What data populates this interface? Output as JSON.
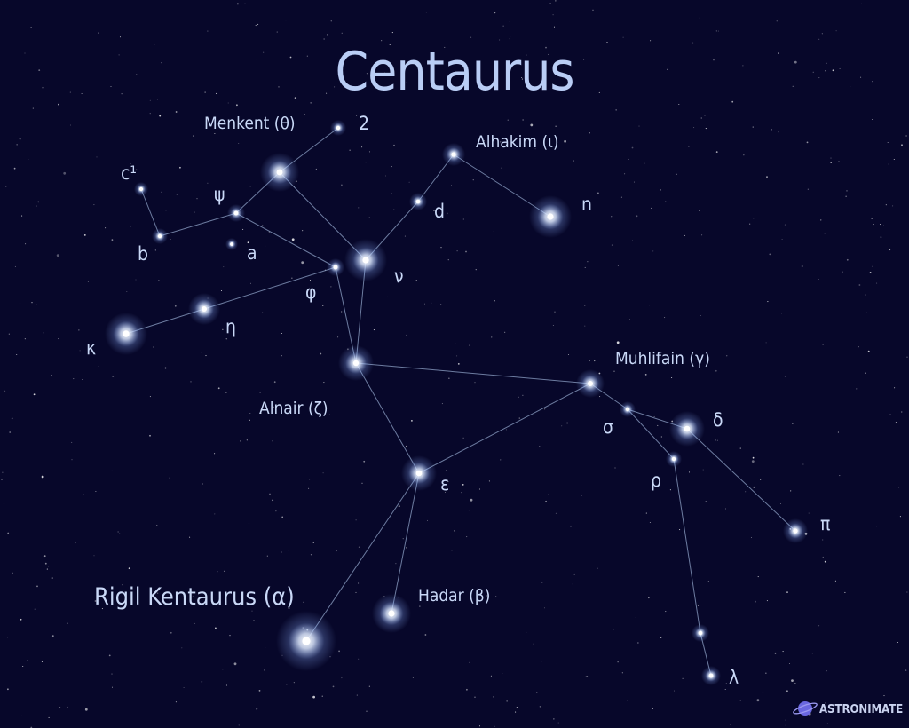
{
  "title": "Centaurus",
  "colors": {
    "background": "#07072a",
    "star": "#ffffff",
    "glow": "#8fb2ff",
    "line": "#8fa3c8",
    "label": "#c9d8f7",
    "brand_icon": "#6a67e0"
  },
  "stars": {
    "menkent": {
      "label": "Menkent (θ)"
    },
    "s2": {
      "label": "2"
    },
    "alhakim": {
      "label": "Alhakim (ι)"
    },
    "c1": {
      "label": "c¹"
    },
    "psi": {
      "label": "ψ"
    },
    "b": {
      "label": "b"
    },
    "a": {
      "label": "a"
    },
    "d": {
      "label": "d"
    },
    "n": {
      "label": "n"
    },
    "nu": {
      "label": "ν"
    },
    "phi": {
      "label": "φ"
    },
    "eta": {
      "label": "η"
    },
    "kappa": {
      "label": "κ"
    },
    "zeta": {
      "label": "Alnair (ζ)"
    },
    "gamma": {
      "label": "Muhlifain (γ)"
    },
    "sigma": {
      "label": "σ"
    },
    "delta": {
      "label": "δ"
    },
    "rho": {
      "label": "ρ"
    },
    "epsilon": {
      "label": "ε"
    },
    "pi": {
      "label": "π"
    },
    "alpha": {
      "label": "Rigil Kentaurus (α)"
    },
    "beta": {
      "label": "Hadar (β)"
    },
    "lambda": {
      "label": "λ"
    }
  },
  "brand": {
    "name": "ASTRONIMATE",
    "icon": "planet-icon"
  }
}
